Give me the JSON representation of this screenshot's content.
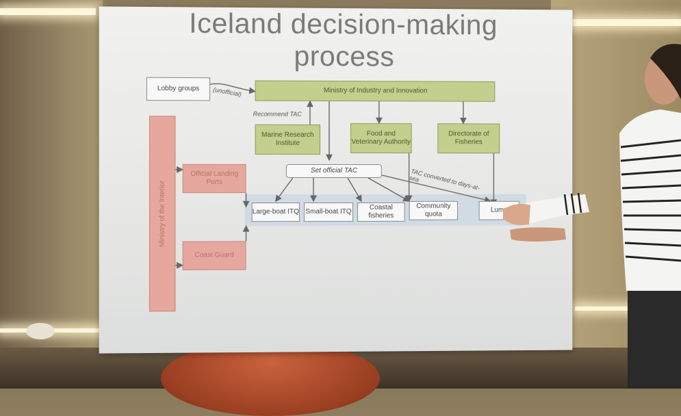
{
  "slide": {
    "title": "Iceland decision-making process",
    "boxes": {
      "lobby": "Lobby groups",
      "unofficial": "(unofficial)",
      "ministry_industry": "Ministry of Industry and Innovation",
      "recommend_tac": "Recommend TAC",
      "mri": "Marine Research Institute",
      "food_vet": "Food and Veterinary Authority",
      "directorate": "Directorate of Fisheries",
      "set_tac": "Set official TAC",
      "tac_converted": "TAC converted to days-at-sea",
      "ministry_interior": "Ministry of the Interior",
      "landing_ports": "Official Landing Ports",
      "coast_guard": "Coast Guard",
      "large_boat": "Large-boat ITQ",
      "small_boat": "Small-boat ITQ",
      "coastal": "Coastal fisheries",
      "community": "Community quota",
      "lump": "Lump"
    }
  },
  "colors": {
    "green": "#c3cf8c",
    "red": "#e6a79e",
    "tier_bar": "#d0dbe4"
  }
}
